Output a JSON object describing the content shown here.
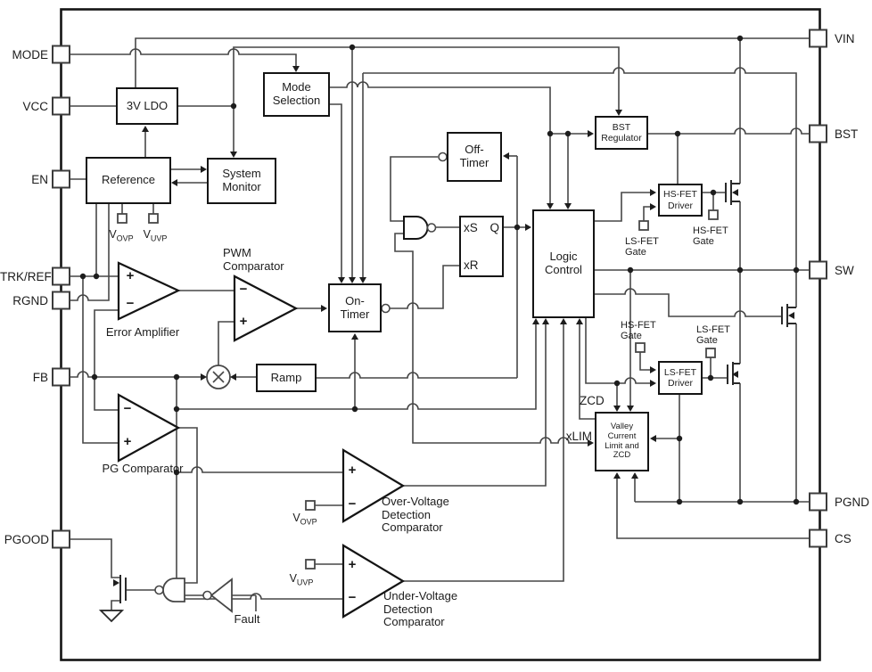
{
  "pins": {
    "left": [
      {
        "id": "mode",
        "label": "MODE"
      },
      {
        "id": "vcc",
        "label": "VCC"
      },
      {
        "id": "en",
        "label": "EN"
      },
      {
        "id": "trkref",
        "label": "TRK/REF"
      },
      {
        "id": "rgnd",
        "label": "RGND"
      },
      {
        "id": "fb",
        "label": "FB"
      },
      {
        "id": "pgood",
        "label": "PGOOD"
      }
    ],
    "right": [
      {
        "id": "vin",
        "label": "VIN"
      },
      {
        "id": "bst",
        "label": "BST"
      },
      {
        "id": "sw",
        "label": "SW"
      },
      {
        "id": "pgnd",
        "label": "PGND"
      },
      {
        "id": "cs",
        "label": "CS"
      }
    ]
  },
  "blocks": {
    "ldo": "3V LDO",
    "reference": "Reference",
    "system_monitor": "System\nMonitor",
    "mode_selection": "Mode\nSelection",
    "off_timer": "Off-\nTimer",
    "on_timer": "On-\nTimer",
    "ramp": "Ramp",
    "logic_control": "Logic\nControl",
    "bst_regulator": "BST\nRegulator",
    "hs_fet_driver": "HS-FET\nDriver",
    "ls_fet_driver": "LS-FET\nDriver",
    "valley_zcd": "Valley\nCurrent\nLimit and\nZCD"
  },
  "latch": {
    "s": "xS",
    "r": "xR",
    "q": "Q"
  },
  "annotations": {
    "pwm_comparator": "PWM\nComparator",
    "error_amplifier": "Error Amplifier",
    "pg_comparator": "PG Comparator",
    "ovp_comparator": "Over-Voltage\nDetection\nComparator",
    "uvp_comparator": "Under-Voltage\nDetection\nComparator",
    "fault": "Fault",
    "zcd": "ZCD",
    "xlim": "xLIM",
    "hs_fet_gate": "HS-FET\nGate",
    "ls_fet_gate": "LS-FET\nGate",
    "v": "V",
    "ovp_sub": "OVP",
    "uvp_sub": "UVP",
    "plus": "+",
    "minus": "−"
  },
  "colors": {
    "wire": "#474747",
    "outline": "#141414",
    "background": "#ffffff"
  }
}
